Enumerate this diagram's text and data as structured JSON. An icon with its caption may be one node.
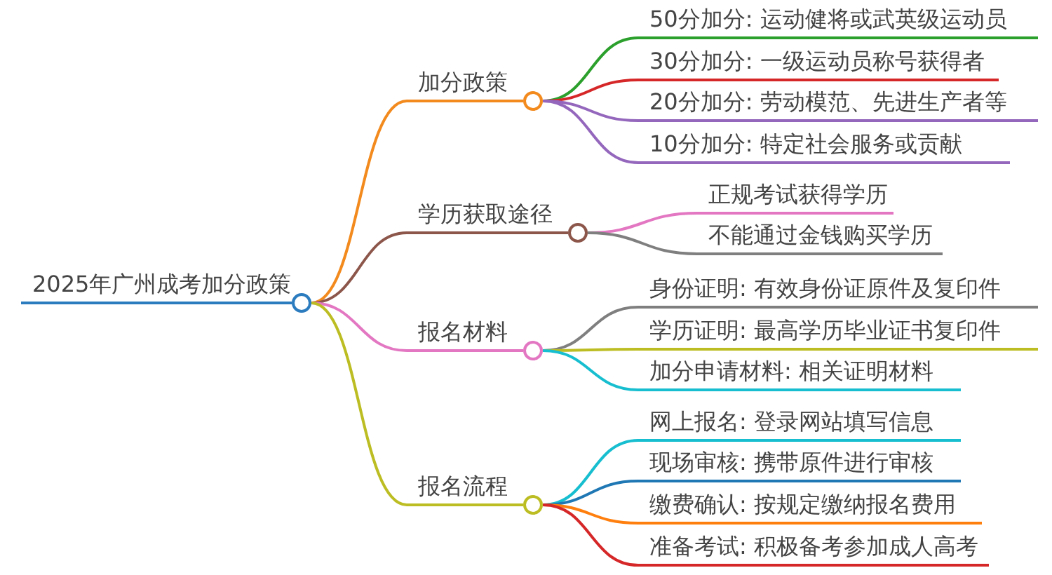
{
  "diagram": {
    "nodes": [
      {
        "text": [
          "2025年广州成考加分政策"
        ]
      },
      {
        "text": [
          "加分政策"
        ]
      },
      {
        "text": [
          "50分加分: 运动健将或武英级运动员"
        ]
      },
      {
        "text": [
          "30分加分: 一级运动员称号获得者"
        ]
      },
      {
        "text": [
          "20分加分: 劳动模范、先进生产者等"
        ]
      },
      {
        "text": [
          "10分加分: 特定社会服务或贡献"
        ]
      },
      {
        "text": [
          "学历获取途径"
        ]
      },
      {
        "text": [
          "正规考试获得学历"
        ]
      },
      {
        "text": [
          "不能通过金钱购买学历"
        ]
      },
      {
        "text": [
          "报名材料"
        ]
      },
      {
        "text": [
          "身份证明: 有效身份证原件及复印件"
        ]
      },
      {
        "text": [
          "学历证明: 最高学历毕业证书复印件"
        ]
      },
      {
        "text": [
          "加分申请材料: 相关证明材料"
        ]
      },
      {
        "text": [
          "报名流程"
        ]
      },
      {
        "text": [
          "网上报名: 登录网站填写信息"
        ]
      },
      {
        "text": [
          "现场审核: 携带原件进行审核"
        ]
      },
      {
        "text": [
          "缴费确认: 按规定缴纳报名费用"
        ]
      },
      {
        "text": [
          "准备考试: 积极备考参加成人高考"
        ]
      }
    ],
    "edges": [
      {
        "from": 0,
        "to": 1,
        "arrow": "none",
        "color": "#f28a1e"
      },
      {
        "from": 1,
        "to": 2,
        "arrow": "none",
        "color": "#2ca02c"
      },
      {
        "from": 1,
        "to": 3,
        "arrow": "none",
        "color": "#d62728"
      },
      {
        "from": 1,
        "to": 4,
        "arrow": "none",
        "color": "#9467bd"
      },
      {
        "from": 1,
        "to": 5,
        "arrow": "none",
        "color": "#9467bd"
      },
      {
        "from": 0,
        "to": 6,
        "arrow": "none",
        "color": "#8c564b"
      },
      {
        "from": 6,
        "to": 7,
        "arrow": "none",
        "color": "#e377c2"
      },
      {
        "from": 6,
        "to": 8,
        "arrow": "none",
        "color": "#7f7f7f"
      },
      {
        "from": 0,
        "to": 9,
        "arrow": "none",
        "color": "#e377c2"
      },
      {
        "from": 9,
        "to": 10,
        "arrow": "none",
        "color": "#7f7f7f"
      },
      {
        "from": 9,
        "to": 11,
        "arrow": "none",
        "color": "#bcbd22"
      },
      {
        "from": 9,
        "to": 12,
        "arrow": "none",
        "color": "#17becf"
      },
      {
        "from": 0,
        "to": 13,
        "arrow": "none",
        "color": "#bcbd22"
      },
      {
        "from": 13,
        "to": 14,
        "arrow": "none",
        "color": "#17becf"
      },
      {
        "from": 13,
        "to": 15,
        "arrow": "none",
        "color": "#1f77b4"
      },
      {
        "from": 13,
        "to": 16,
        "arrow": "none",
        "color": "#ff7f0e"
      },
      {
        "from": 13,
        "to": 17,
        "arrow": "none",
        "color": "#d62728"
      }
    ]
  }
}
